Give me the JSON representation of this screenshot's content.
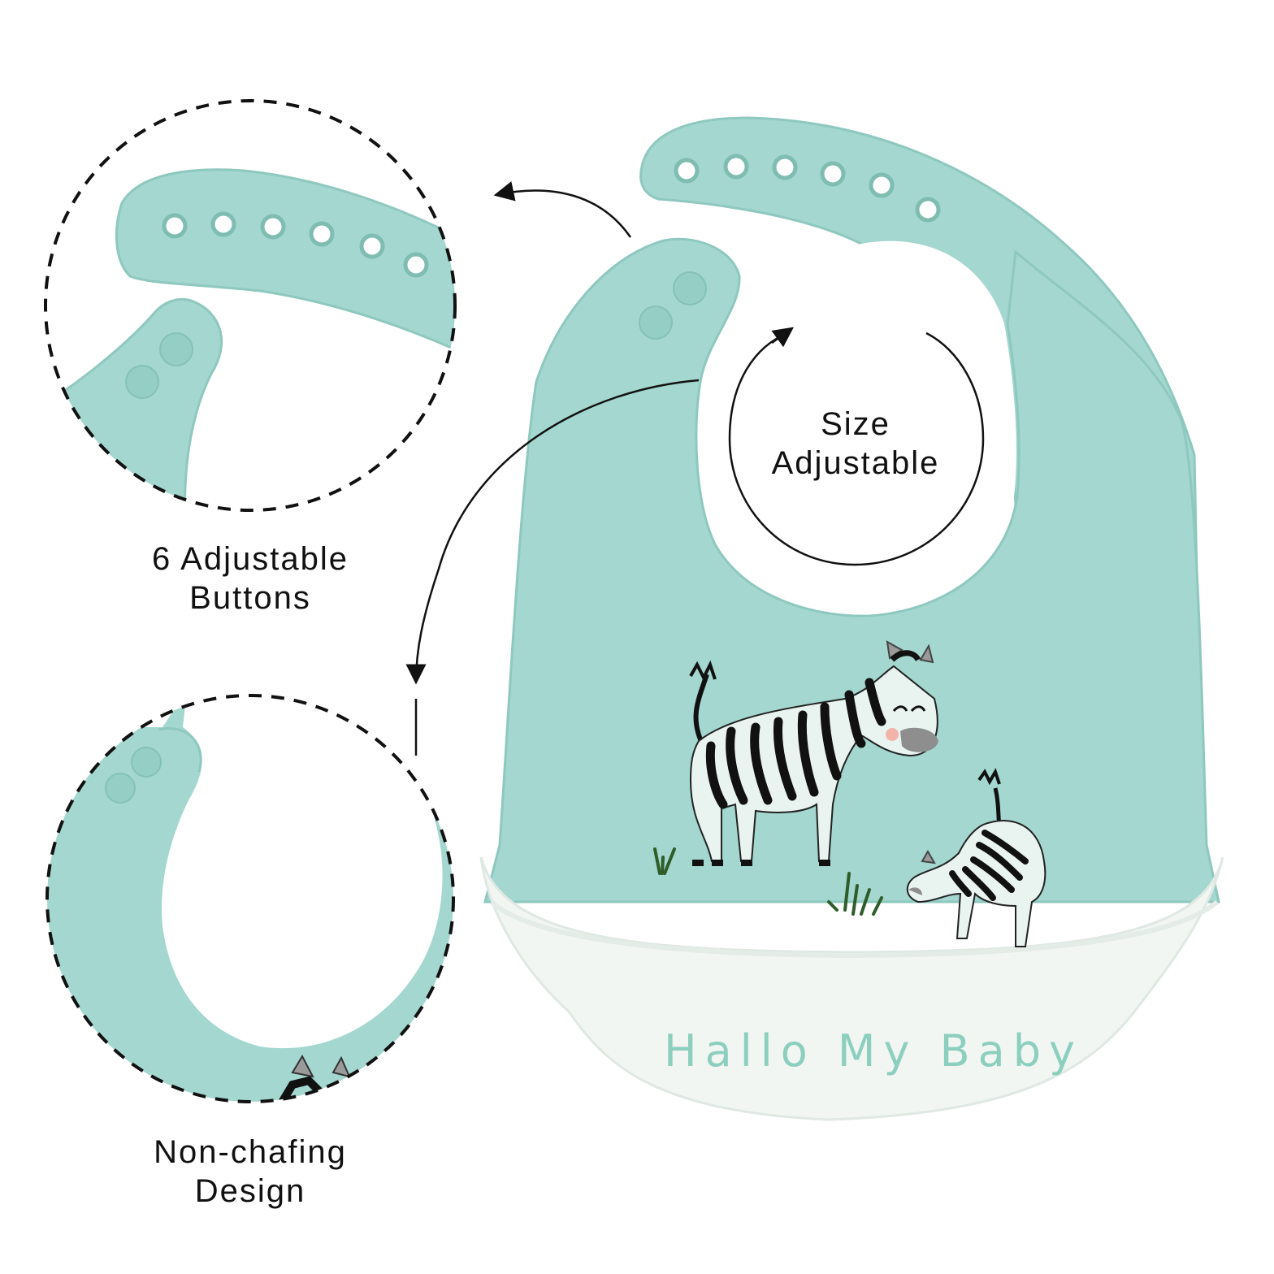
{
  "features": {
    "buttons": {
      "line1": "6 Adjustable",
      "line2": "Buttons"
    },
    "size": {
      "line1": "Size",
      "line2": "Adjustable"
    },
    "chafing": {
      "line1": "Non-chafing",
      "line2": "Design"
    }
  },
  "bib": {
    "pocket_text": "Hallo My Baby",
    "strap_holes": 6,
    "snap_buttons": 2
  },
  "colors": {
    "bib_green": "#a3d7cf",
    "bib_edge": "#8ec8bf",
    "pocket_white": "#f1f6f3",
    "brand_text": "#8dcfbe",
    "outline": "#111111"
  },
  "icons": [
    "zebra-illustration",
    "zebra-foal-illustration",
    "grass-tuft",
    "curved-arrow",
    "dashed-circle"
  ]
}
